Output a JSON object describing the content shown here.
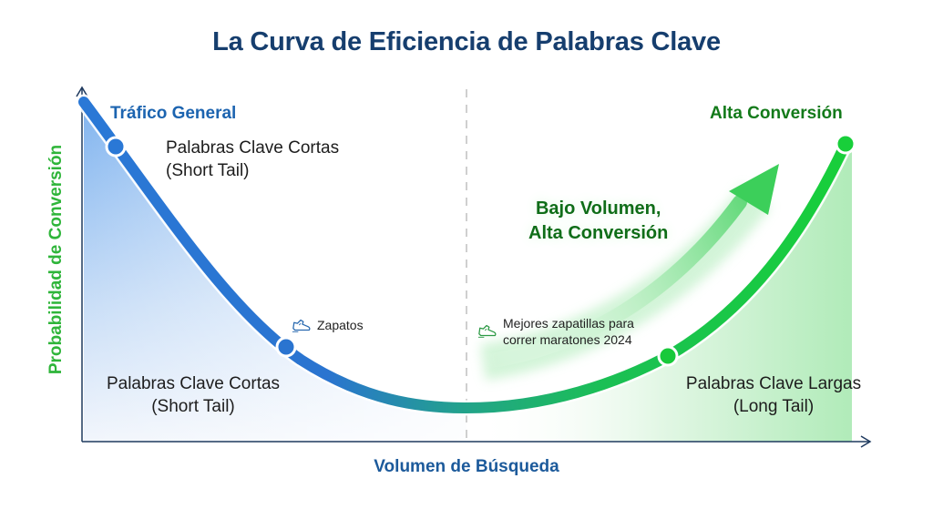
{
  "title": "La Curva de Eficiencia de Palabras Clave",
  "axes": {
    "y_label": "Probabilidad de Conversión",
    "x_label": "Volumen de Búsqueda"
  },
  "left_region": {
    "header": "Tráfico General",
    "top_description": [
      "Palabras Clave Cortas",
      "(Short Tail)"
    ],
    "bottom_description": [
      "Palabras Clave Cortas",
      "(Short Tail)"
    ],
    "example_keyword": "Zapatos",
    "example_icon": "sneaker-icon",
    "color": "#2a78d6"
  },
  "right_region": {
    "header": "Alta Conversión",
    "callout": [
      "Bajo Volumen,",
      "Alta Conversión"
    ],
    "bottom_description": [
      "Palabras Clave Largas",
      "(Long Tail)"
    ],
    "example_keyword": [
      "Mejores zapatillas para",
      "correr maratones 2024"
    ],
    "example_icon": "sneaker-icon",
    "color": "#18c93a"
  },
  "colors": {
    "title": "#163e6e",
    "blue_curve": "#2a78d6",
    "green_curve": "#18c93a",
    "axis": "#1f3a5f",
    "divider": "#c8c8c8"
  },
  "chart_data": {
    "type": "line",
    "title": "La Curva de Eficiencia de Palabras Clave",
    "xlabel": "Volumen de Búsqueda",
    "ylabel": "Probabilidad de Conversión",
    "description": "U-shaped curve: conversion probability drops from short-tail keywords (left, blue) to a minimum mid-chart, then rises for long-tail keywords (right, green).",
    "points": [
      {
        "label": "Palabras Clave Cortas (Short Tail) - top",
        "x": 0.05,
        "y": 0.85,
        "color": "#2a78d6"
      },
      {
        "label": "Zapatos",
        "x": 0.26,
        "y": 0.27,
        "color": "#2a78d6"
      },
      {
        "label": "Mejores zapatillas para correr maratones 2024",
        "x": 0.75,
        "y": 0.25,
        "color": "#18c93a"
      },
      {
        "label": "Alta Conversión",
        "x": 0.98,
        "y": 0.91,
        "color": "#18c93a"
      }
    ],
    "annotations": [
      "Tráfico General",
      "Alta Conversión",
      "Bajo Volumen, Alta Conversión",
      "Zapatos",
      "Mejores zapatillas para correr maratones 2024",
      "Palabras Clave Cortas (Short Tail)",
      "Palabras Clave Largas (Long Tail)"
    ],
    "grid": false,
    "legend": null
  }
}
